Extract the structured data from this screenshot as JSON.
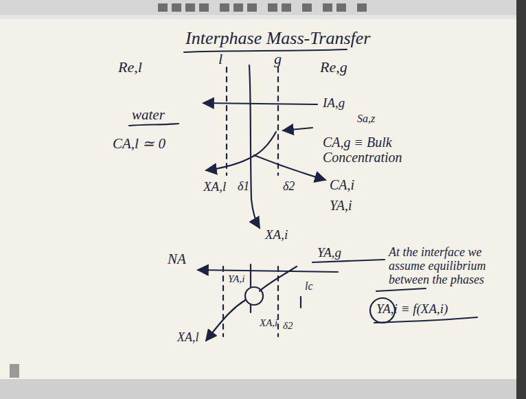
{
  "diagram": {
    "title": "Interphase Mass-Transfer",
    "labels": [
      "Re,l",
      "l",
      "g",
      "Re,g",
      "water",
      "CA,l ≃ 0",
      "IA,g",
      "Sa,z",
      "CA,g ≡ Bulk Concentration",
      "XA,l",
      "δ1",
      "δ2",
      "CA,i",
      "YA,i",
      "XA,i",
      "NA",
      "YA,g",
      "At the interface we assume equilibrium between the phases",
      "YA,i ≡ f(XA,i)",
      "YA,i",
      "lc",
      "XA,i",
      "δ2",
      "XA,l"
    ]
  }
}
